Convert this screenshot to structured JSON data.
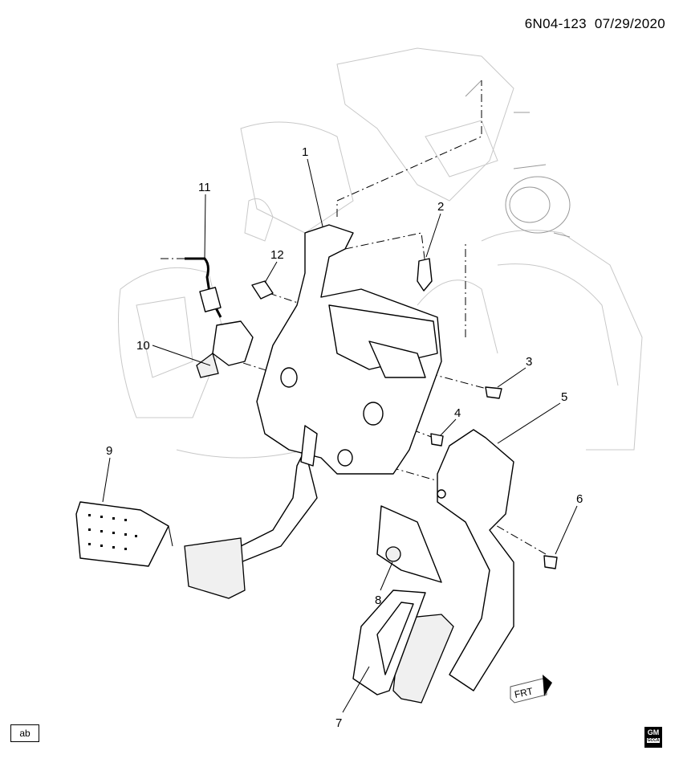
{
  "header": {
    "diagram_id": "6N04-123",
    "date": "07/29/2020"
  },
  "callouts": [
    "1",
    "2",
    "3",
    "4",
    "5",
    "6",
    "7",
    "8",
    "9",
    "10",
    "11",
    "12"
  ],
  "footer": {
    "ab_label": "ab",
    "direction_label": "FRT",
    "logo_text": "GM",
    "logo_subtext": "GCCA"
  },
  "icons": {
    "direction": "front-arrow-icon",
    "logo": "gm-logo-icon"
  }
}
